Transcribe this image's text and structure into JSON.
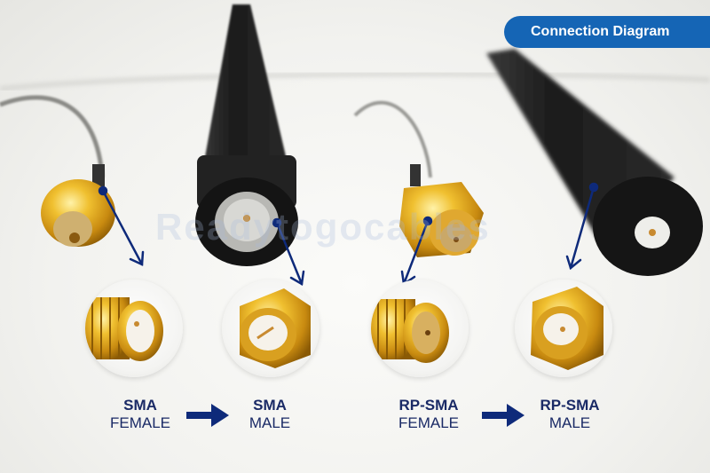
{
  "header": {
    "title": "Connection Diagram"
  },
  "watermark": "Readytogocables",
  "colors": {
    "badge_bg": "#1565b5",
    "label_text": "#1a2a66",
    "arrow": "#0e2a7a",
    "gold": "#d4a017",
    "antenna_black": "#1e1e1e"
  },
  "connectors": [
    {
      "type": "SMA",
      "gender": "FEMALE"
    },
    {
      "type": "SMA",
      "gender": "MALE"
    },
    {
      "type": "RP-SMA",
      "gender": "FEMALE"
    },
    {
      "type": "RP-SMA",
      "gender": "MALE"
    }
  ],
  "flow_arrows": [
    {
      "from": "SMA FEMALE",
      "to": "SMA MALE",
      "icon": "right-arrow-icon"
    },
    {
      "from": "RP-SMA FEMALE",
      "to": "RP-SMA MALE",
      "icon": "right-arrow-icon"
    }
  ]
}
